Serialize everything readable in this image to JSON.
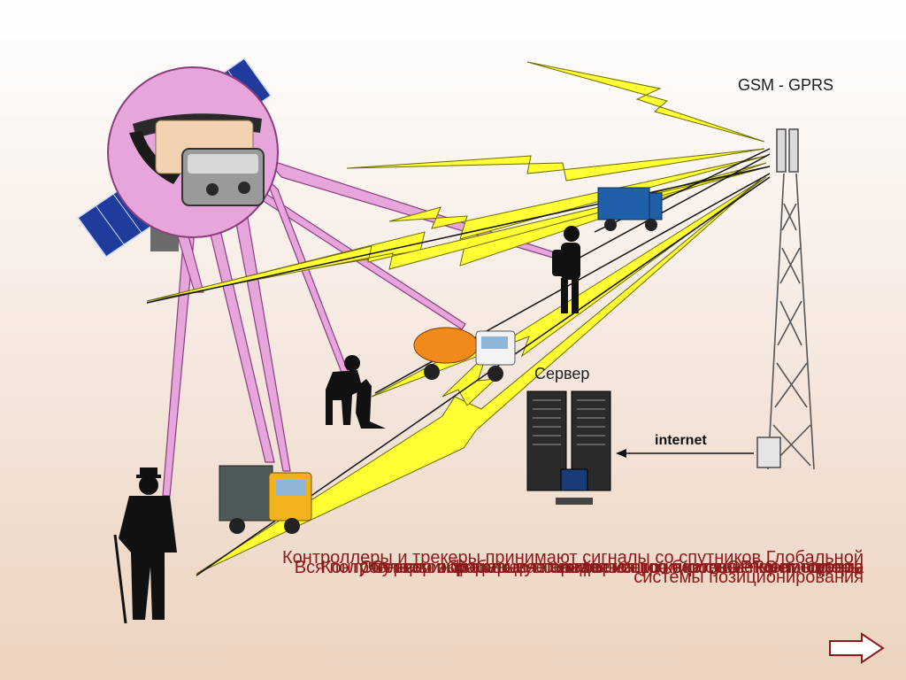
{
  "labels": {
    "gsm": "GSM - GPRS",
    "server": "Сервер",
    "internet": "internet"
  },
  "captions": [
    "Контроллеры и трекеры принимают сигналы со спутников Глобальной системы позиционирования",
    "Вся полученная информация передается по каналу GPRS на сервер",
    "Спутниковый трекер помогает контролировать перемещения",
    "Контроллеры и трекеры устанавливаются бортовые контроллеры",
    "Сервер обрабатывает информацию в системе мониторинга"
  ],
  "icons": {
    "satellite": "satellite-icon",
    "tracker": "gps-collar-tracker-icon",
    "tower": "gsm-tower-icon",
    "server": "server-rack-icon",
    "next": "next-arrow-icon"
  },
  "colors": {
    "beam_fill": "#e6a6dc",
    "beam_stroke": "#8a3d7f",
    "lightning": "#ffff33",
    "caption": "#8b1a1a"
  }
}
